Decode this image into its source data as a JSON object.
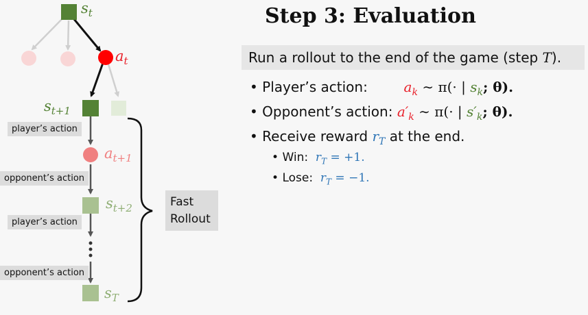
{
  "title": "Step 3: Evaluation",
  "lead": {
    "text": "Run a rollout to the end of the game (step ",
    "var": "T",
    "tail": ")."
  },
  "bullets": [
    {
      "label": "Player’s action:",
      "action": "a",
      "action_sub": "k",
      "rel": " ∼ π(· | ",
      "state": "s",
      "state_sub": "k",
      "theta": "; θ)."
    },
    {
      "label": "Opponent’s action:",
      "action": "a′",
      "action_sub": "k",
      "rel": " ∼ π(· | ",
      "state": "s′",
      "state_sub": "k",
      "theta": "; θ)."
    },
    {
      "label_pre": "Receive reward ",
      "reward": "r",
      "reward_sub": "T",
      "label_post": " at the end."
    }
  ],
  "sub_bullets": [
    {
      "label": "Win:",
      "eq": "r",
      "eq_sub": "T",
      "val": " = +1."
    },
    {
      "label": "Lose:",
      "eq": "r",
      "eq_sub": "T",
      "val": " = −1."
    }
  ],
  "tree": {
    "s_t": "s",
    "s_t_sub": "t",
    "a_t": "a",
    "a_t_sub": "t",
    "s_t1": "s",
    "s_t1_sub": "t+1",
    "a_t1": "a",
    "a_t1_sub": "t+1",
    "s_t2": "s",
    "s_t2_sub": "t+2",
    "s_T": "s",
    "s_T_sub": "T"
  },
  "edge_labels": [
    "player’s action",
    "opponent’s action",
    "player’s action",
    "opponent’s action"
  ],
  "brace_label": "Fast\nRollout",
  "colors": {
    "dark_green": "#548235",
    "light_green": "#a9c191",
    "red": "#ff0000",
    "light_red": "#f4a7a7",
    "faint_pink": "#f9d6d6",
    "faint_green": "#e2ecd9",
    "arrow_dark": "#111111",
    "arrow_gray": "#555555",
    "arrow_faint": "#cfcfcf"
  }
}
